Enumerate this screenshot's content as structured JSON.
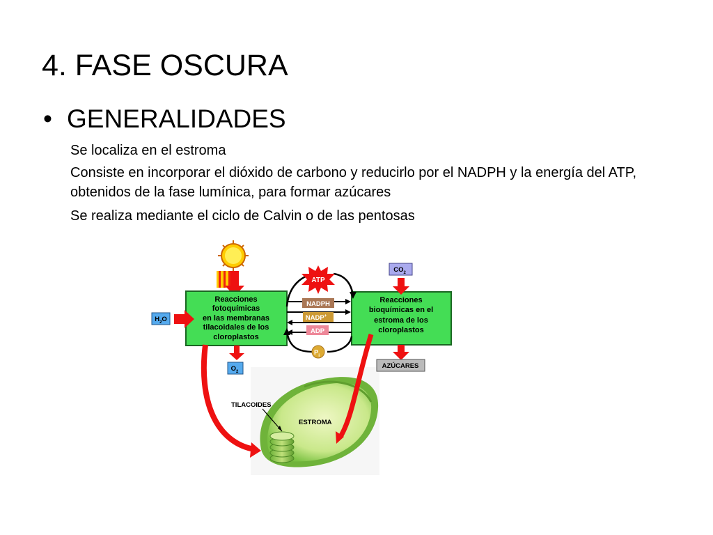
{
  "title": "4. FASE OSCURA",
  "bullet": "GENERALIDADES",
  "lines": [
    "Se localiza en el estroma",
    "Consiste en incorporar el dióxido de carbono y reducirlo por el NADPH y la energía del ATP, obtenidos de la fase lumínica, para formar azúcares",
    "Se realiza mediante el ciclo de Calvin o de las pentosas"
  ],
  "diagram": {
    "left_box": [
      "Reacciones",
      "fotoquímicas",
      "en las membranas",
      "tilacoidales de los",
      "cloroplastos"
    ],
    "right_box": [
      "Reacciones",
      "bioquímicas en el",
      "estroma de los",
      "cloroplastos"
    ],
    "atp": "ATP",
    "nadph": "NADPH",
    "nadp": "NADP",
    "nadp_sup": "+",
    "adp": "ADP",
    "pi": "P",
    "pi_sub": "i",
    "h2o_a": "H",
    "h2o_sub": "2",
    "h2o_b": "O",
    "o2": "O",
    "o2_sub": "2",
    "co2": "CO",
    "co2_sub": "2",
    "azucares": "AZÚCARES",
    "tilacoides": "TILACOIDES",
    "estroma": "ESTROMA",
    "colors": {
      "box_green": "#44dd55",
      "arrow_red": "#ee1111",
      "label_blue": "#55aaee",
      "label_purple": "#aaaaee",
      "nadph_brown": "#aa7755",
      "nadp_gold": "#cc9933",
      "adp_pink": "#ee8899",
      "azucares_gray": "#bbbbbb"
    }
  }
}
